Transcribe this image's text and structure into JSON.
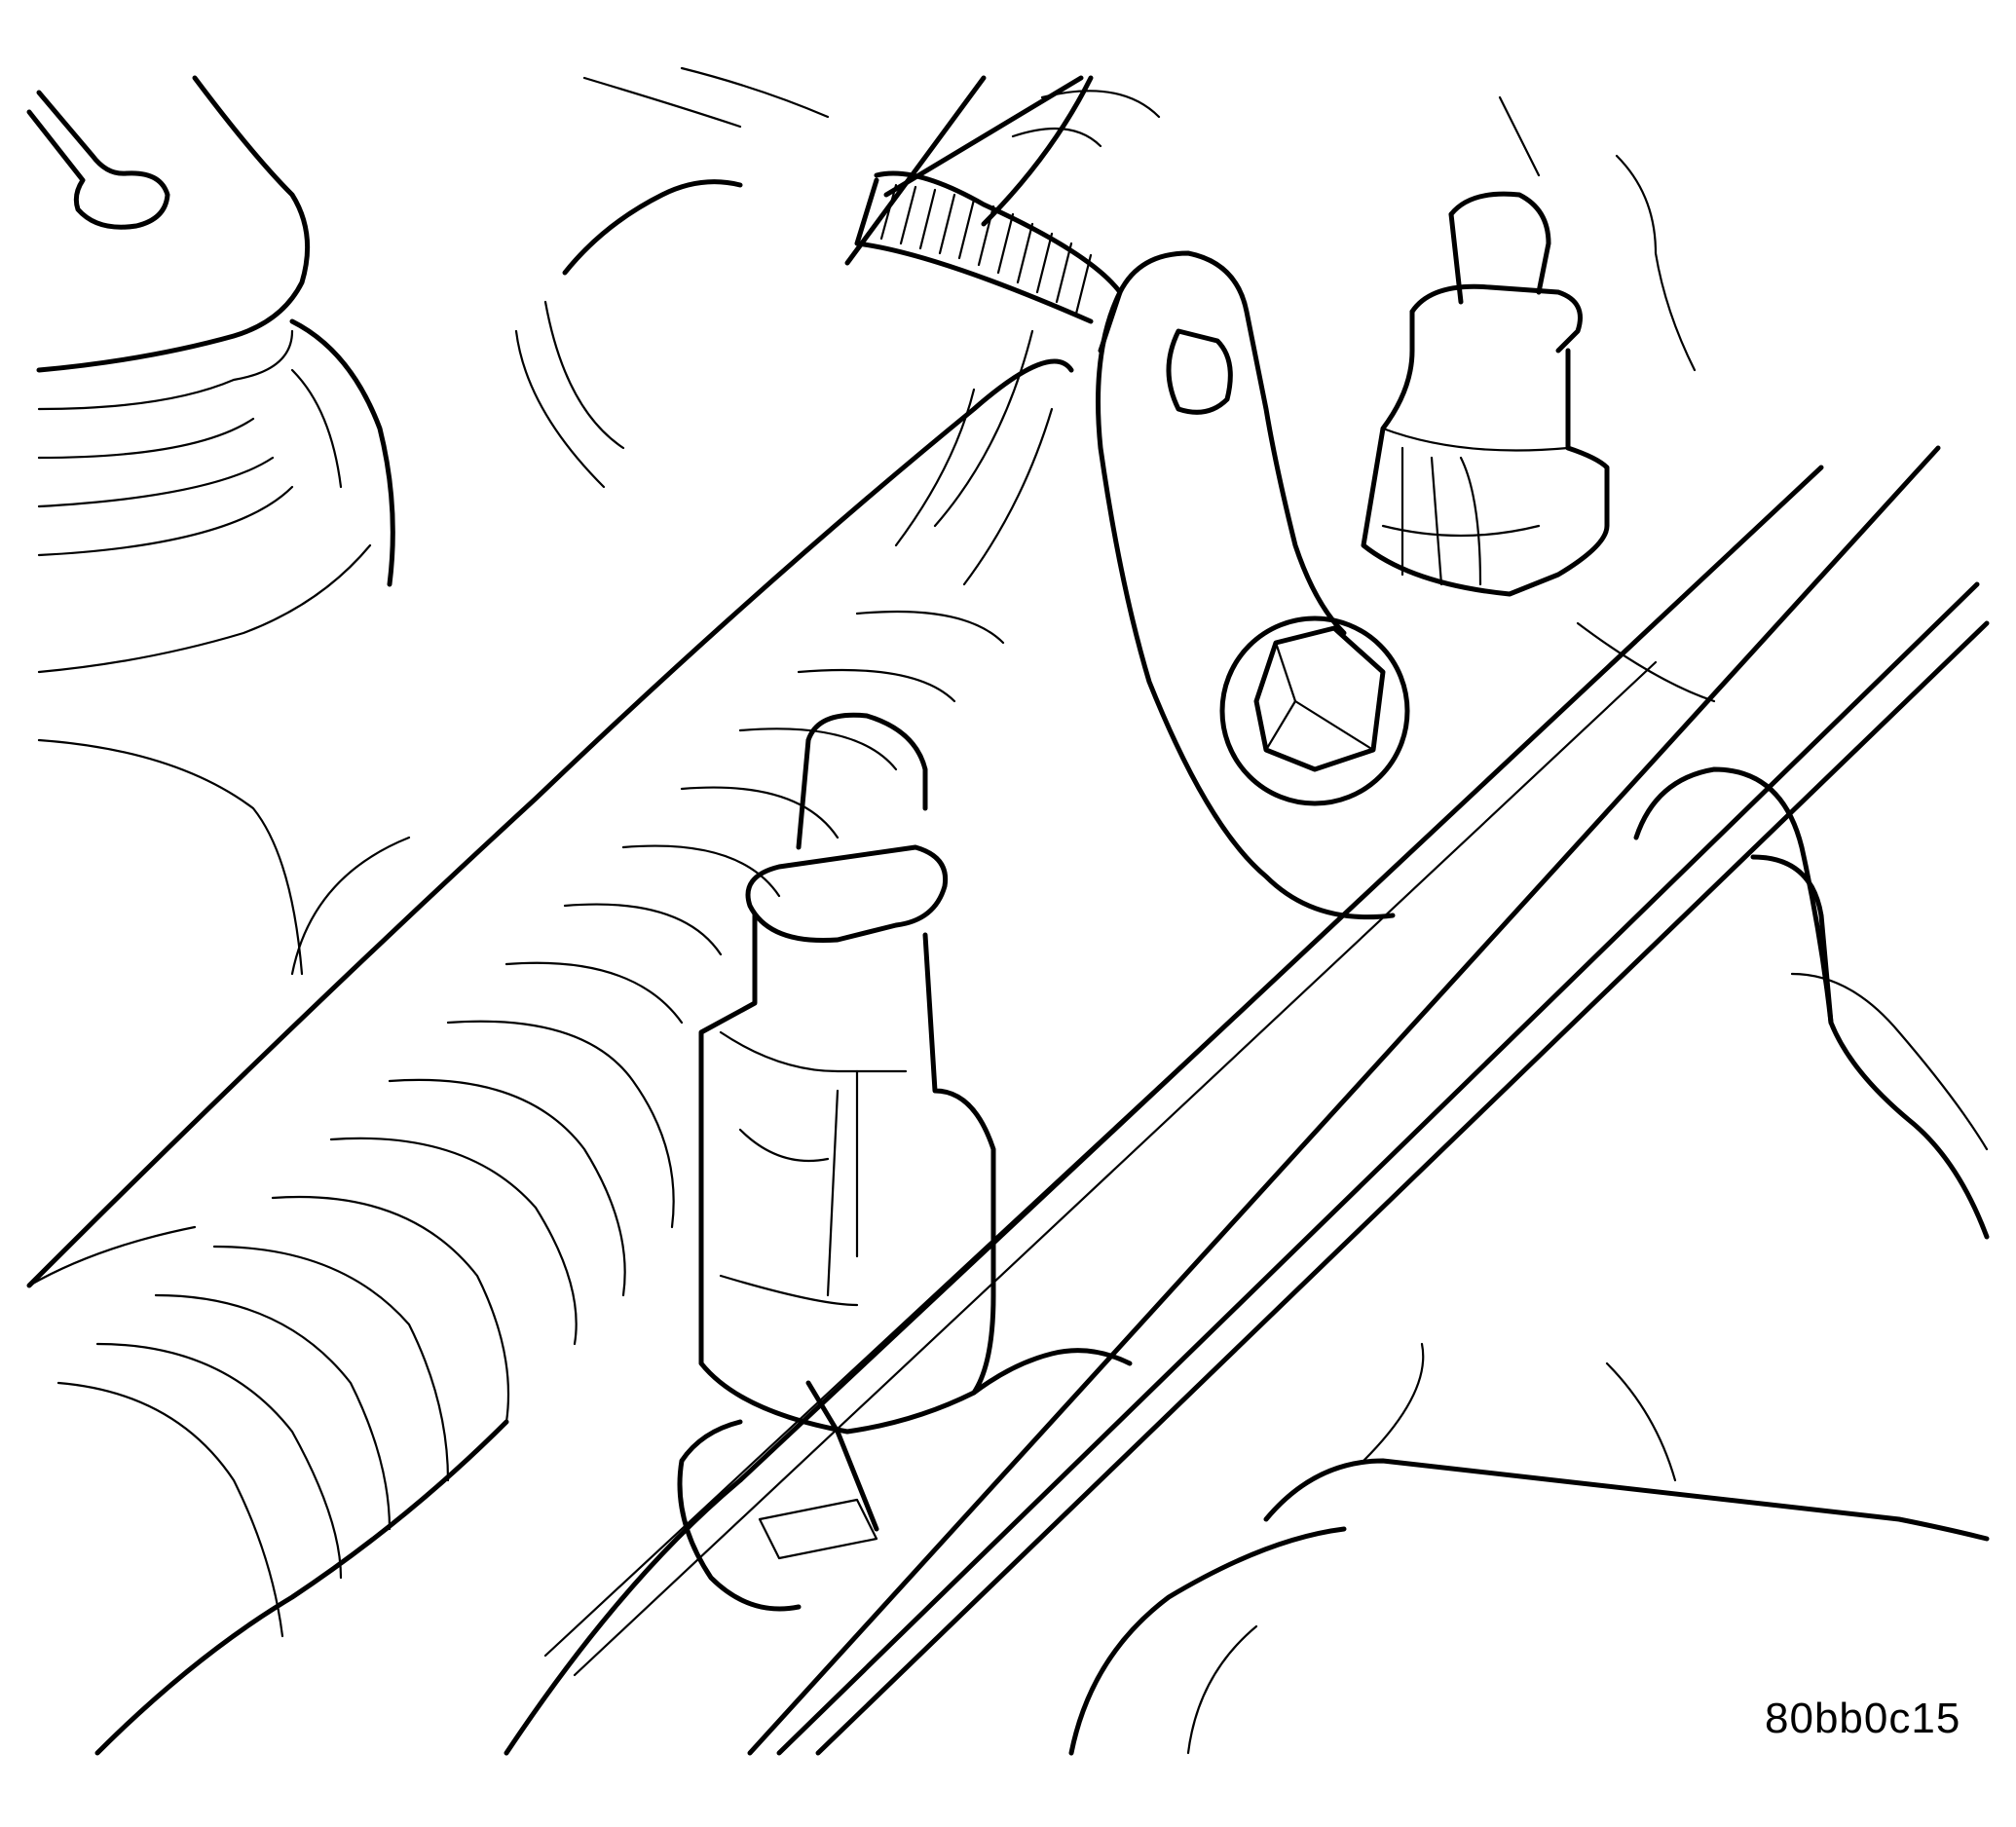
{
  "figure": {
    "id_label": "80bb0c15",
    "type": "technical line illustration",
    "subject": "two electrical connectors with sensors mounted near hoses and bracket",
    "colors": {
      "line": "#000000",
      "background": "#ffffff"
    }
  }
}
